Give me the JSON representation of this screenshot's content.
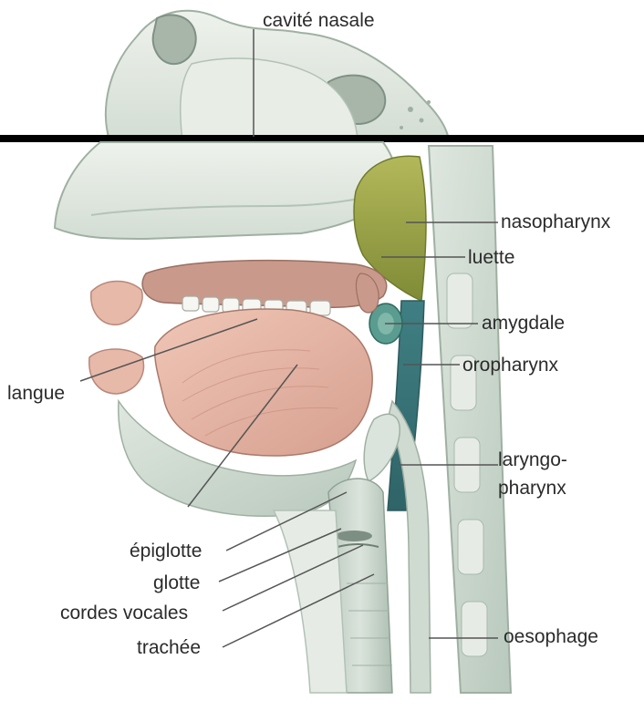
{
  "labels": {
    "nasal_cavity": "cavité nasale",
    "nasopharynx": "nasopharynx",
    "uvula": "luette",
    "tonsil": "amygdale",
    "oropharynx": "oropharynx",
    "laryngopharynx_line1": "laryngo-",
    "laryngopharynx_line2": "pharynx",
    "tongue": "langue",
    "epiglottis": "épiglotte",
    "glottis": "glotte",
    "vocal_cords": "cordes vocales",
    "trachea": "trachée",
    "esophagus": "oesophage"
  },
  "colors": {
    "background": "#ffffff",
    "bone": "#dfe6df",
    "soft_tissue": "#c9d6cc",
    "tongue": "#e6b6a4",
    "palate": "#c99a8b",
    "nasopharynx": "#8e9a3f",
    "oropharynx": "#4d8688",
    "label_text": "#2b2b2b",
    "leader_line": "#555555",
    "divider": "#000000"
  }
}
